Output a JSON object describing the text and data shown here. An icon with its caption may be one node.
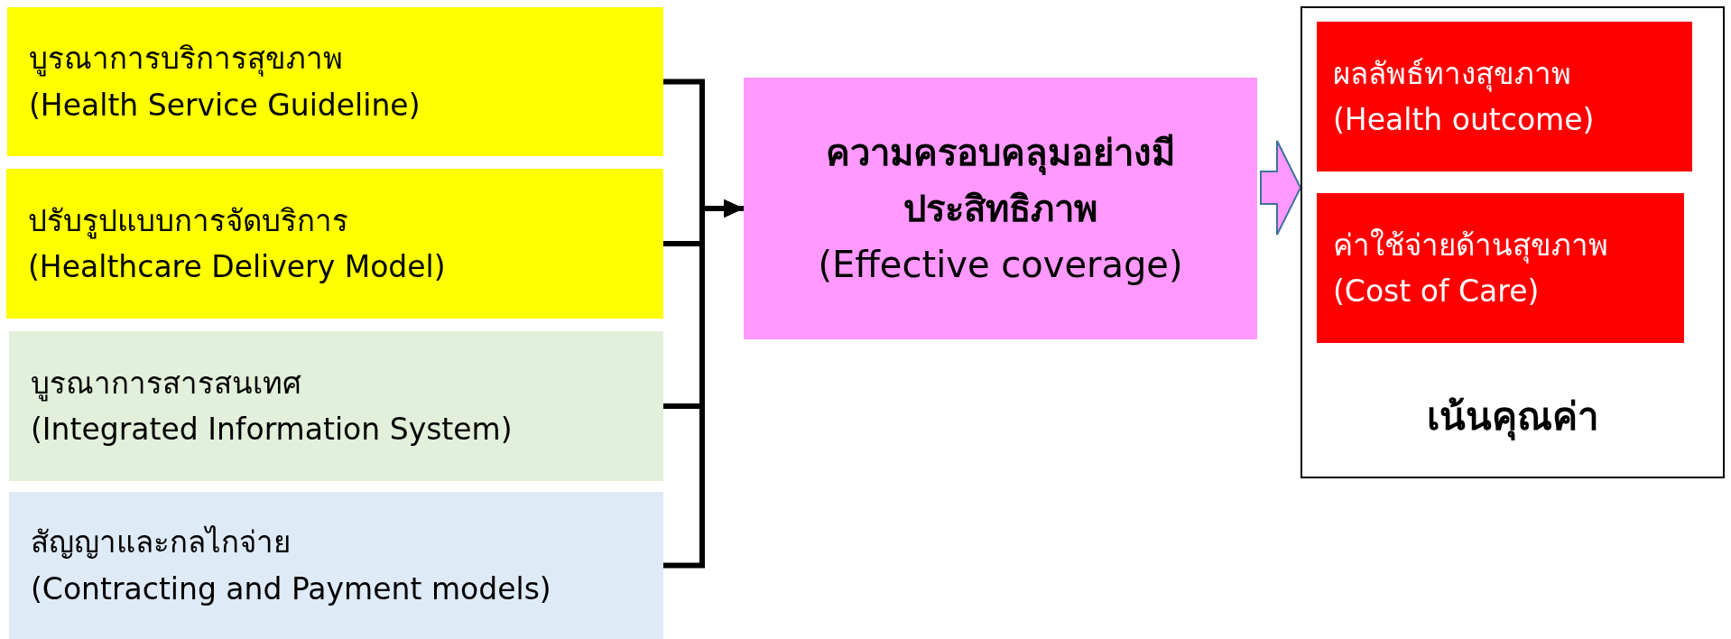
{
  "diagram": {
    "nodes": [
      {
        "text": [
          "บูรณาการบริการสุขภาพ",
          "(Health Service Guideline)"
        ]
      },
      {
        "text": [
          "ปรับรูปแบบการจัดบริการ",
          "(Healthcare Delivery Model)"
        ]
      },
      {
        "text": [
          "บูรณาการสารสนเทศ",
          "(Integrated Information System)"
        ]
      },
      {
        "text": [
          "สัญญาและกลไกจ่าย",
          "(Contracting and Payment models)"
        ]
      },
      {
        "text": [
          "ความครอบคลุมอย่างมีประสิทธิภาพ",
          "(Effective coverage)"
        ]
      },
      {
        "text": [
          "เน้นคุณค่า"
        ]
      },
      {
        "text": [
          "ผลลัพธ์ทางสุขภาพ",
          "(Health outcome)"
        ],
        "in": 5
      },
      {
        "text": [
          "ค่าใช้จ่ายด้านสุขภาพ",
          "(Cost of Care)"
        ],
        "in": 5
      }
    ],
    "edges": [
      {
        "from": 0,
        "to": 4,
        "arrow": "to"
      },
      {
        "from": 1,
        "to": 4,
        "arrow": "to"
      },
      {
        "from": 2,
        "to": 4,
        "arrow": "to"
      },
      {
        "from": 3,
        "to": 4,
        "arrow": "to"
      },
      {
        "from": 4,
        "to": 5,
        "arrow": "to",
        "style": "thick"
      }
    ]
  }
}
